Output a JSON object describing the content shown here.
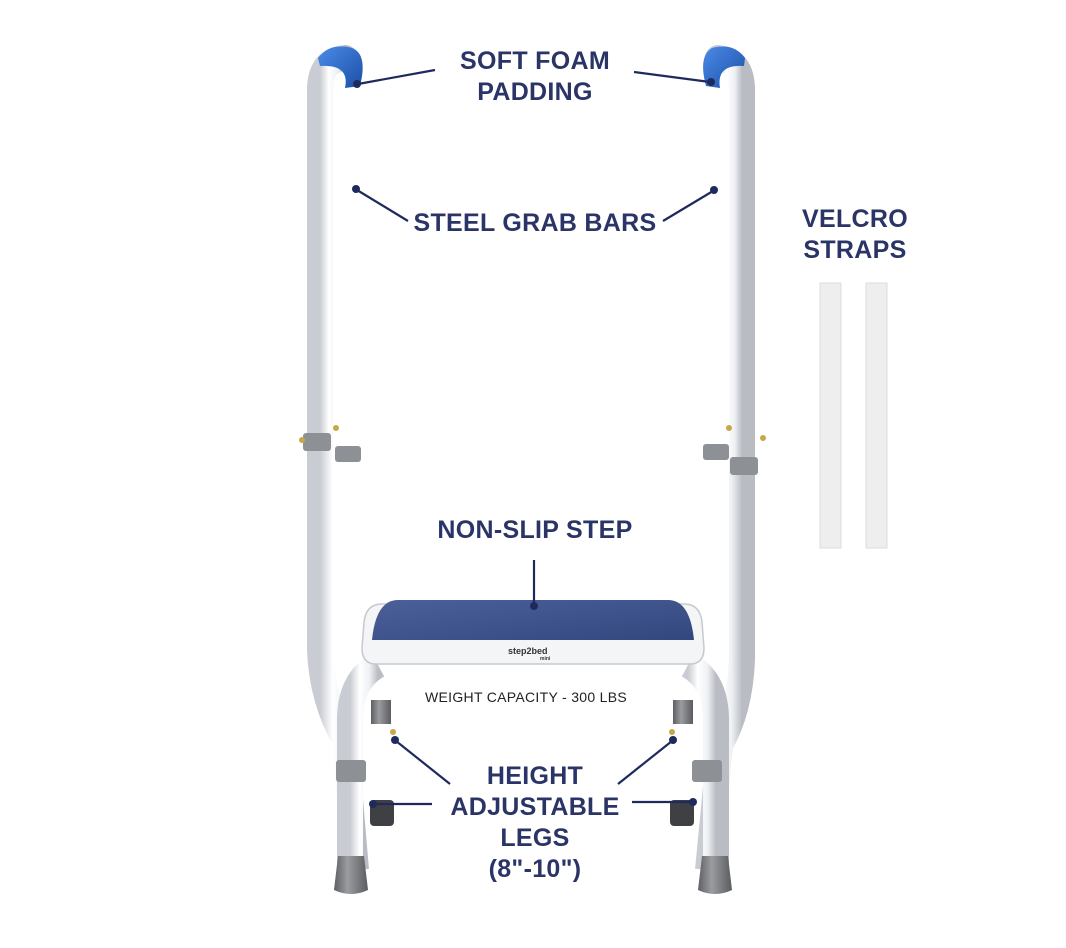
{
  "labels": {
    "foam_line1": "SOFT FOAM",
    "foam_line2": "PADDING",
    "grab_bars": "STEEL GRAB BARS",
    "velcro_line1": "VELCRO",
    "velcro_line2": "STRAPS",
    "step": "NON-SLIP STEP",
    "legs_line1": "HEIGHT",
    "legs_line2": "ADJUSTABLE",
    "legs_line3": "LEGS",
    "legs_line4": "(8\"-10\")",
    "weight": "WEIGHT CAPACITY - 300 LBS"
  },
  "brand": {
    "name": "step2bed",
    "sub": "mini"
  },
  "colors": {
    "label_text": "#2b3467",
    "pointer": "#1f2a5c",
    "foam_pad": "#2f6fd0",
    "step_surface": "#3a4f8a",
    "frame": "#f2f3f5",
    "rubber": "#808286",
    "strap": "#eeeeee"
  }
}
